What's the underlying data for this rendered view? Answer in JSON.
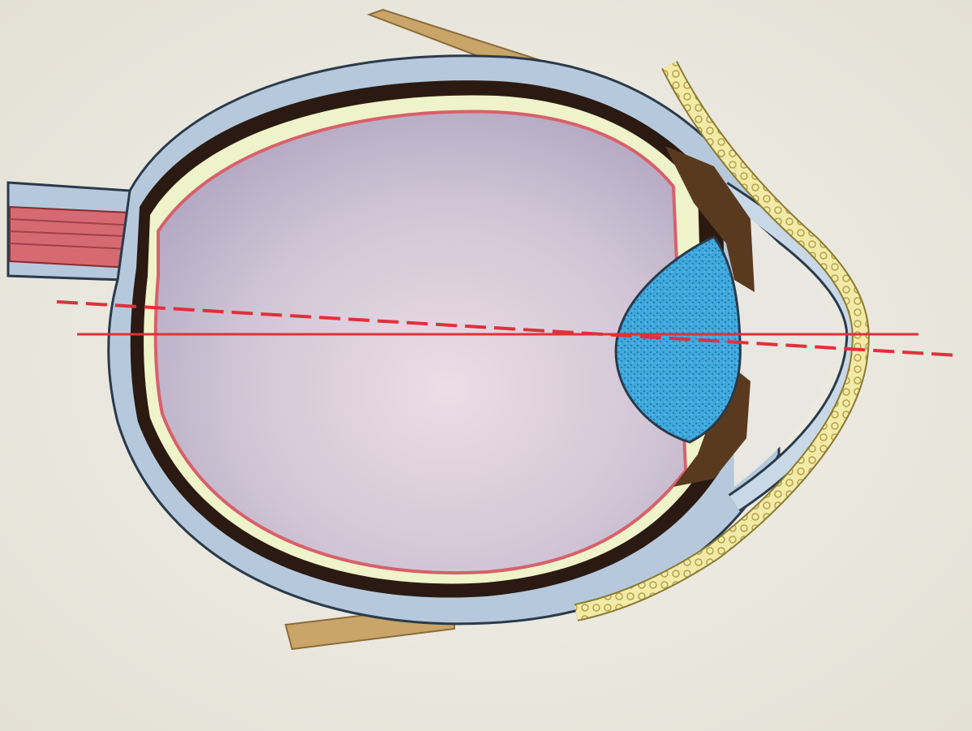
{
  "figure": {
    "subject": "cross-section-of-human-eye",
    "labels": []
  },
  "colors": {
    "background": "#ebe9e0",
    "sclera": "#b6c9dc",
    "sclera_outline": "#2a3a4a",
    "choroid": "#2b1a12",
    "retina_band": "#eef3c9",
    "retina_line": "#d8606a",
    "vitreous_center": "#e6d8e2",
    "vitreous_edge": "#b2a6c0",
    "lens": "#3aa6dc",
    "lens_speckle": "#1f6f9e",
    "optic_nerve": "#d66a72",
    "iris": "#5a3a1e",
    "eyelid_beads": "#efe39a",
    "muscle": "#c9a56a",
    "axis_line": "#e0303a",
    "cornea": "#c8d8e6"
  },
  "lines": {
    "solid_axis": "optical-axis",
    "dashed_axis": "visual-axis"
  }
}
